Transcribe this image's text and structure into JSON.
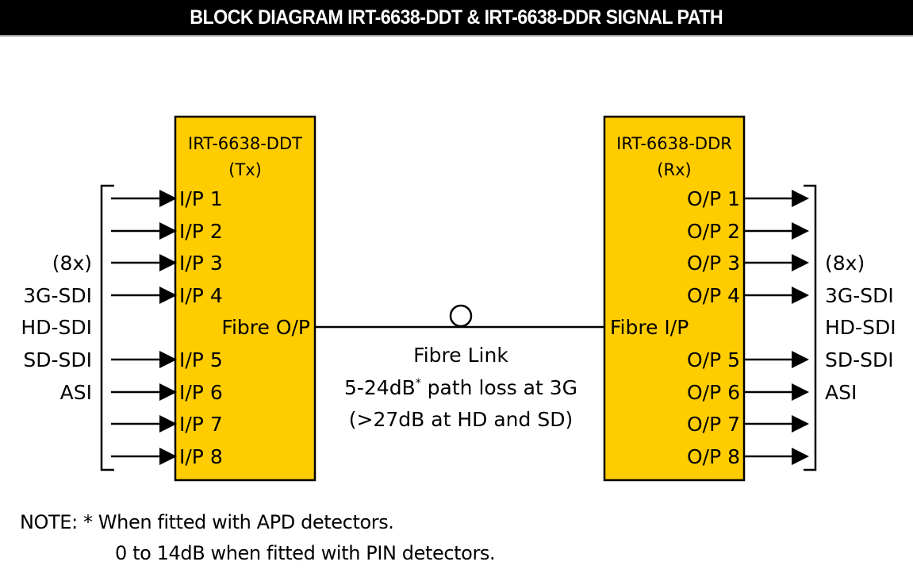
{
  "title": "BLOCK DIAGRAM IRT-6638-DDT & IRT-6638-DDR SIGNAL PATH",
  "colors": {
    "box_fill": "#FFCC00",
    "stroke": "#000000",
    "title_bg": "#000000",
    "title_fg": "#FFFFFF"
  },
  "transmitter": {
    "name": "IRT-6638-DDT",
    "role": "(Tx)",
    "inputs": [
      "I/P 1",
      "I/P 2",
      "I/P 3",
      "I/P 4",
      "I/P 5",
      "I/P 6",
      "I/P 7",
      "I/P 8"
    ],
    "fibre_port": "Fibre O/P"
  },
  "receiver": {
    "name": "IRT-6638-DDR",
    "role": "(Rx)",
    "outputs": [
      "O/P 1",
      "O/P 2",
      "O/P 3",
      "O/P 4",
      "O/P 5",
      "O/P 6",
      "O/P 7",
      "O/P 8"
    ],
    "fibre_port": "Fibre I/P"
  },
  "input_signals": [
    "(8x)",
    "3G-SDI",
    "HD-SDI",
    "SD-SDI",
    "ASI"
  ],
  "output_signals": [
    "(8x)",
    "3G-SDI",
    "HD-SDI",
    "SD-SDI",
    "ASI"
  ],
  "fibre_link": {
    "line1": "Fibre Link",
    "line2_pre": "5-24dB",
    "line2_sup": "*",
    "line2_post": " path loss at 3G",
    "line3": "(>27dB at HD and SD)"
  },
  "note": {
    "line1": "NOTE: * When fitted with APD detectors.",
    "line2": "0 to 14dB when fitted with PIN detectors."
  }
}
